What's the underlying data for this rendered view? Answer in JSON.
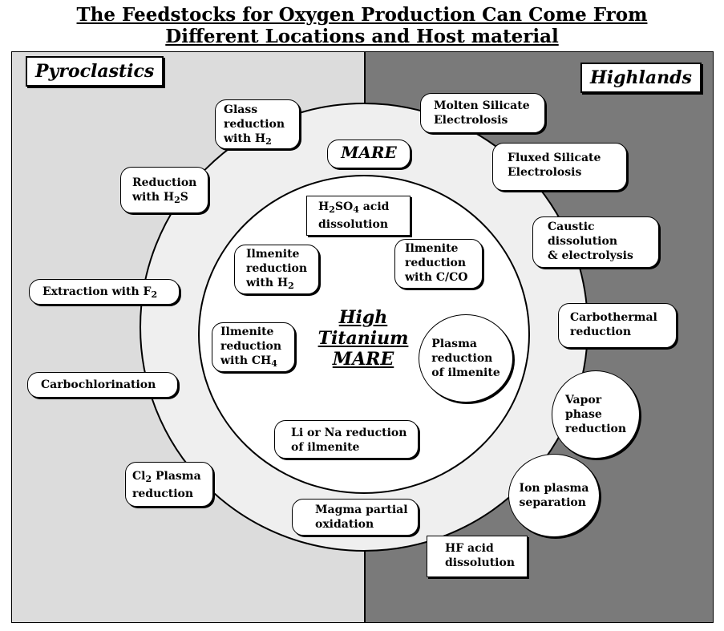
{
  "title": {
    "line1": "The Feedstocks for Oxygen Production  Can Come From",
    "line2": "Different Locations and Host material"
  },
  "regions": {
    "pyroclastics": "Pyroclastics",
    "highlands": "Highlands",
    "mare": "MARE",
    "high_titanium": [
      "High",
      "Titanium",
      "MARE"
    ]
  },
  "processes": {
    "glass": {
      "l1": "Glass",
      "l2": "reduction",
      "l3a": "with H",
      "l3sub": "2"
    },
    "h2s": {
      "l1": "Reduction",
      "l2a": "with H",
      "l2sub": "2",
      "l2b": "S"
    },
    "f2": {
      "a": "Extraction with F",
      "sub": "2"
    },
    "carbo": "Carbochlorination",
    "cl2": {
      "a": "Cl",
      "sub": "2",
      "b": " Plasma",
      "l2": "reduction"
    },
    "molten": {
      "l1": "Molten Silicate",
      "l2": "Electrolosis"
    },
    "fluxed": {
      "l1": "Fluxed Silicate",
      "l2": "Electrolosis"
    },
    "caustic": {
      "l1": "Caustic",
      "l2": "dissolution",
      "l3": "& electrolysis"
    },
    "carbothermal": {
      "l1": "Carbothermal",
      "l2": "reduction"
    },
    "vapor": {
      "l1": "Vapor",
      "l2": "phase",
      "l3": "reduction"
    },
    "ion": {
      "l1": "Ion plasma",
      "l2": "separation"
    },
    "hf": {
      "l1": "HF acid",
      "l2": "dissolution"
    },
    "magma": {
      "l1": "Magma partial",
      "l2": "oxidation"
    },
    "h2so4": {
      "a": "H",
      "sub1": "2",
      "b": "SO",
      "sub2": "4",
      "c": " acid",
      "l2": "dissolution"
    },
    "ilm_h2": {
      "l1": "Ilmenite",
      "l2": "reduction",
      "l3a": "with H",
      "l3sub": "2"
    },
    "ilm_cco": {
      "l1": "Ilmenite",
      "l2": "reduction",
      "l3": "with C/CO"
    },
    "ilm_ch4": {
      "l1": "Ilmenite",
      "l2": "reduction",
      "l3a": "with CH",
      "l3sub": "4"
    },
    "plasma": {
      "l1": "Plasma",
      "l2": "reduction",
      "l3": "of ilmenite"
    },
    "lina": {
      "l1": "Li or Na reduction",
      "l2": "of ilmenite"
    }
  }
}
